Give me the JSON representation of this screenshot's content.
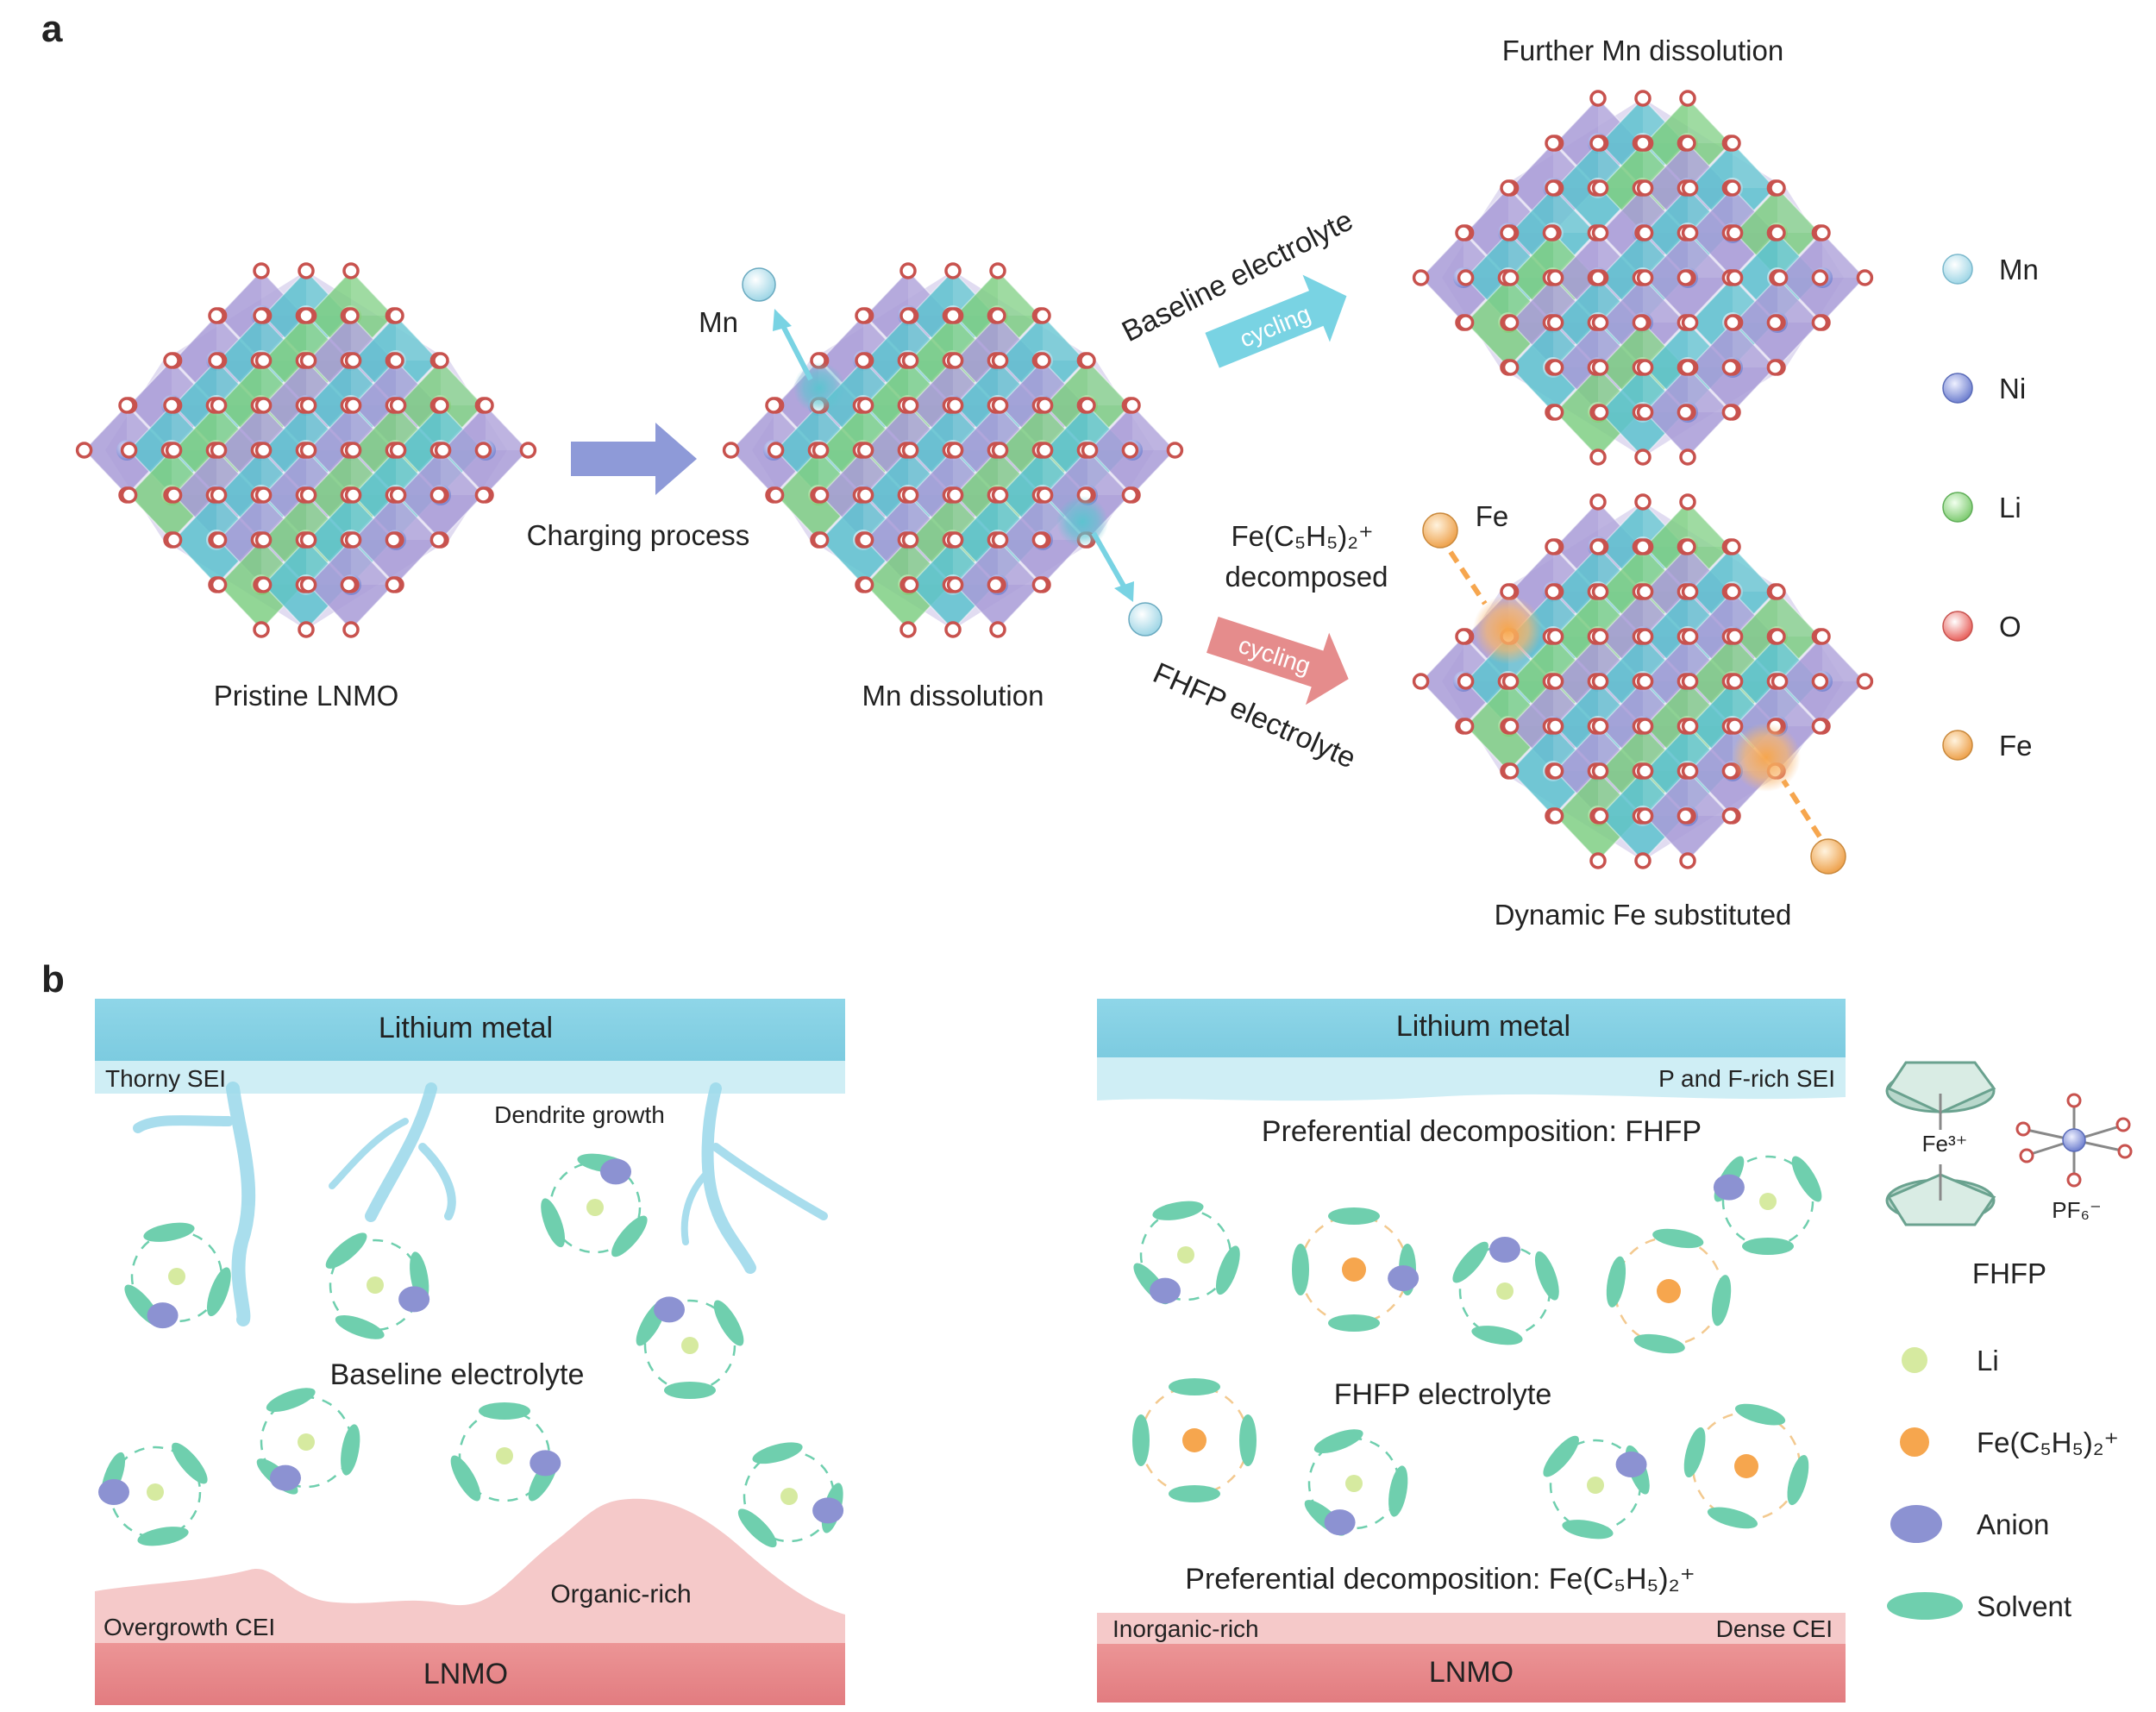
{
  "panel_a": {
    "letter": "a",
    "labels": {
      "pristine": "Pristine LNMO",
      "charging": "Charging process",
      "mn_dissolution": "Mn dissolution",
      "mn_ion": "Mn",
      "further": "Further Mn dissolution",
      "baseline_electrolyte": "Baseline electrolyte",
      "cycling_top": "cycling",
      "cycling_bottom": "cycling",
      "fhfp_electrolyte": "FHFP electrolyte",
      "fe_label": "Fe",
      "fe_cp_line1": "Fe(C₅H₅)₂⁺",
      "fe_cp_line2": "decomposed",
      "dynamic": "Dynamic Fe substituted"
    },
    "legend": [
      {
        "label": "Mn",
        "color": "#bfe6f2"
      },
      {
        "label": "Ni",
        "color": "#8fa0d8"
      },
      {
        "label": "Li",
        "color": "#9fd690"
      },
      {
        "label": "O",
        "color": "#f08c8c"
      },
      {
        "label": "Fe",
        "color": "#f3c07c"
      }
    ]
  },
  "panel_b": {
    "letter": "b",
    "left": {
      "lithium": "Lithium metal",
      "sei": "Thorny SEI",
      "dendrite": "Dendrite growth",
      "electrolyte": "Baseline electrolyte",
      "organic": "Organic-rich",
      "cei": "Overgrowth CEI",
      "lnmo": "LNMO"
    },
    "right": {
      "lithium": "Lithium metal",
      "sei": "P and F-rich SEI",
      "pref_top": "Preferential decomposition: FHFP",
      "electrolyte": "FHFP electrolyte",
      "pref_bottom": "Preferential decomposition: Fe(C₅H₅)₂⁺",
      "inorganic": "Inorganic-rich",
      "dense": "Dense CEI",
      "lnmo": "LNMO"
    },
    "fhfp_molecule": {
      "fe_label": "Fe³⁺",
      "pf6_label": "PF₆⁻",
      "name": "FHFP"
    },
    "legend": [
      {
        "label": "Li",
        "color": "#d6eaa0"
      },
      {
        "label": "Fe(C₅H₅)₂⁺",
        "color": "#f6a64e"
      },
      {
        "label": "Anion",
        "color": "#8c92d2"
      },
      {
        "label": "Solvent",
        "color": "#6fcfae"
      }
    ]
  },
  "colors": {
    "mn_octa": "#5ec3d0",
    "ni_octa": "#a99cd8",
    "li_tetra": "#7fcf84",
    "oxygen": "#c8524e",
    "lithium_metal": "#8dd3e6",
    "sei": "#cfeef5",
    "lnmo": "#e98c8f",
    "cei": "#f5c9c9",
    "solvent": "#6fcfae",
    "anion": "#8c92d2",
    "li_ion": "#d6eaa0",
    "fe_ion": "#f6a64e",
    "arrow_blue": "#8e9ad8",
    "arrow_cyan": "#79d3e3",
    "arrow_red": "#e58c8c"
  }
}
